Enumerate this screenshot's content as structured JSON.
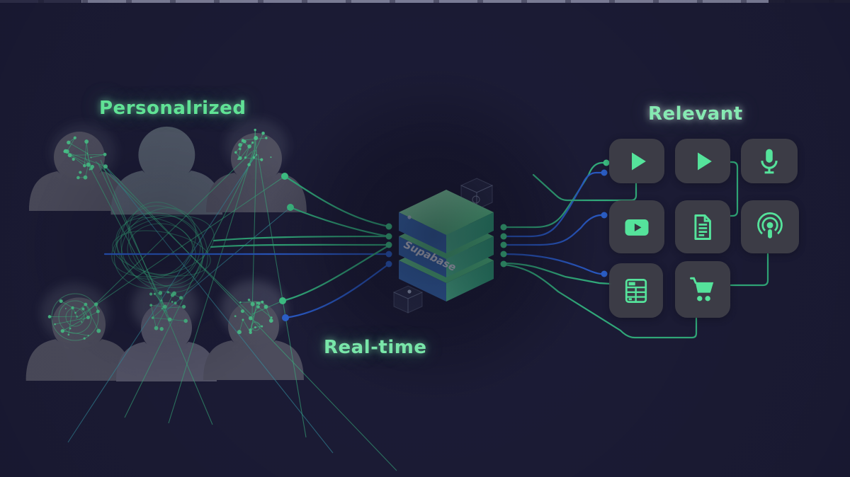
{
  "scene": {
    "description": "Supabase real-time personalization pipeline illustration",
    "people_top_row": 3,
    "people_bottom_row": 3
  },
  "labels": {
    "personalized": "Personalrized",
    "realtime": "Real-time",
    "relevant": "Relevant"
  },
  "stack": {
    "label": "Supabase",
    "left_ports": 5,
    "right_ports": 5
  },
  "tiles": [
    {
      "icon": "play"
    },
    {
      "icon": "play"
    },
    {
      "icon": "microphone"
    },
    {
      "icon": "video-play"
    },
    {
      "icon": "document"
    },
    {
      "icon": "podcast"
    },
    {
      "icon": "spreadsheet"
    },
    {
      "icon": "shopping-cart"
    }
  ],
  "colors": {
    "background": "#1c1c36",
    "accent_green": "#4fe096",
    "accent_blue": "#2e6ae0",
    "tile": "#3e3e48",
    "silhouette": "#5e5e6b",
    "stack_top": "#8aeab0",
    "stack_left": "#3b74c2",
    "stack_right": "#4ed09c",
    "label_green": "#6ee6a0"
  }
}
